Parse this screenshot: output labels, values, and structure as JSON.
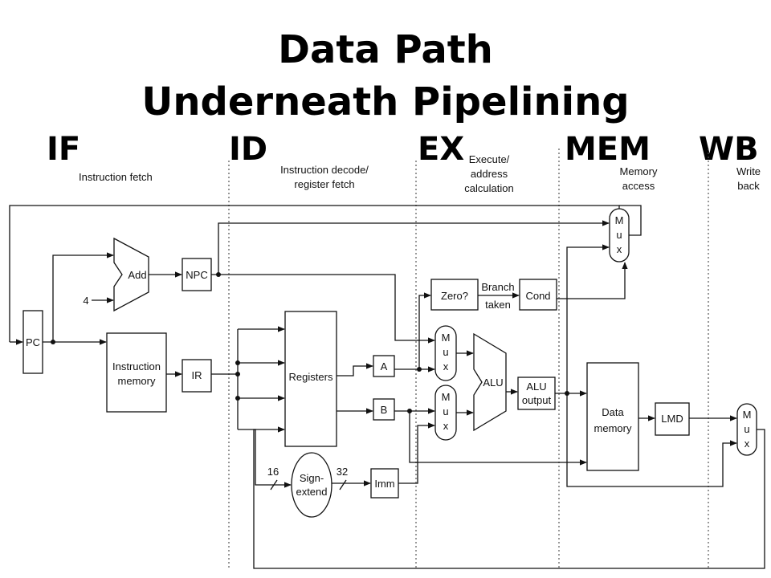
{
  "title": {
    "line1": "Data Path",
    "line2": "Underneath Pipelining"
  },
  "stages": [
    {
      "id": "if",
      "label": "IF",
      "caption": [
        "Instruction fetch"
      ]
    },
    {
      "id": "id",
      "label": "ID",
      "caption": [
        "Instruction decode/",
        "register fetch"
      ]
    },
    {
      "id": "ex",
      "label": "EX",
      "caption": [
        "Execute/",
        "address",
        "calculation"
      ]
    },
    {
      "id": "mem",
      "label": "MEM",
      "caption": [
        "Memory",
        "access"
      ]
    },
    {
      "id": "wb",
      "label": "WB",
      "caption": [
        "Write",
        "back"
      ]
    }
  ],
  "blocks": {
    "pc": "PC",
    "add": "Add",
    "four": "4",
    "npc": "NPC",
    "instruction_memory": [
      "Instruction",
      "memory"
    ],
    "ir": "IR",
    "registers": "Registers",
    "a": "A",
    "b": "B",
    "sign_extend": [
      "Sign-",
      "extend"
    ],
    "imm": "Imm",
    "bits_in": "16",
    "bits_out": "32",
    "zero": "Zero?",
    "branch_taken": [
      "Branch",
      "taken"
    ],
    "cond": "Cond",
    "alu": "ALU",
    "alu_output": [
      "ALU",
      "output"
    ],
    "data_memory": [
      "Data",
      "memory"
    ],
    "lmd": "LMD",
    "mux": [
      "M",
      "u",
      "x"
    ]
  },
  "colors": {
    "line": "#111111",
    "divider": "#555555",
    "background": "#ffffff"
  }
}
